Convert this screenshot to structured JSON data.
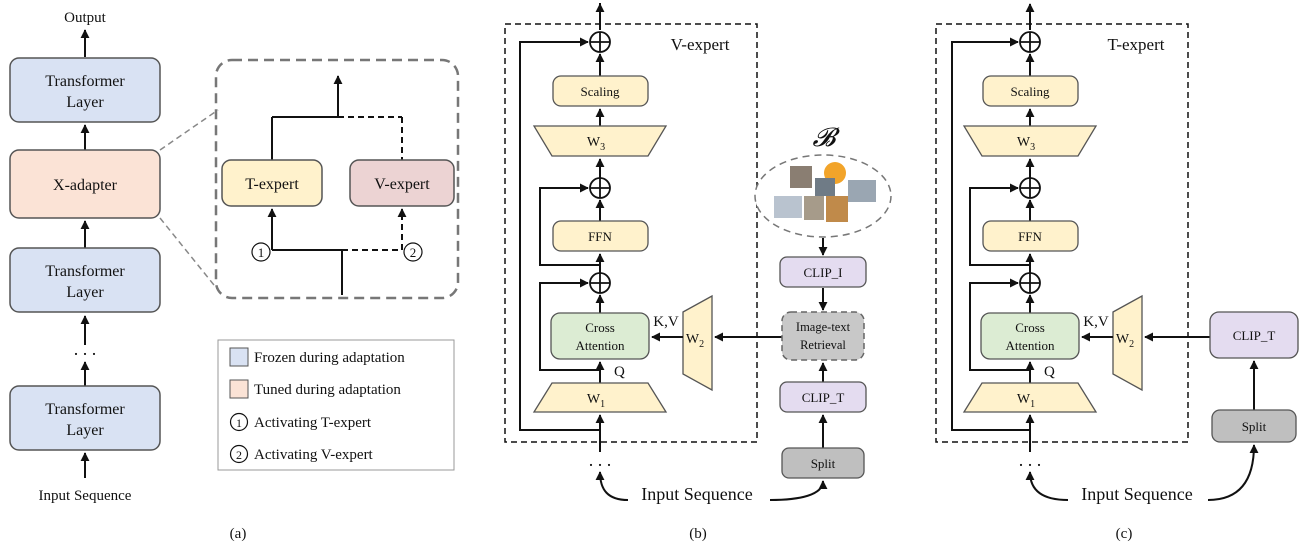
{
  "panel_a": {
    "output": "Output",
    "transformer_line1": "Transformer",
    "transformer_line2": "Layer",
    "x_adapter": "X-adapter",
    "dots": ". . .",
    "input_sequence": "Input Sequence",
    "t_expert": "T-expert",
    "v_expert": "V-expert",
    "circle_1": "1",
    "circle_2": "2",
    "caption": "(a)"
  },
  "legend": {
    "frozen": "Frozen during adaptation",
    "tuned": "Tuned during adaptation",
    "activating_t": "Activating T-expert",
    "activating_v": "Activating V-expert",
    "num_1": "1",
    "num_2": "2"
  },
  "panel_b": {
    "title": "V-expert",
    "scaling": "Scaling",
    "w3": "W",
    "w3_sub": "3",
    "ffn": "FFN",
    "cross_line1": "Cross",
    "cross_line2": "Attention",
    "w1": "W",
    "w1_sub": "1",
    "w2": "W",
    "w2_sub": "2",
    "kv": "K,V",
    "q": "Q",
    "b_symbol": "𝓑",
    "clip_i": "CLIP_I",
    "retrieval_line1": "Image-text",
    "retrieval_line2": "Retrieval",
    "clip_t": "CLIP_T",
    "split": "Split",
    "dots": ". . .",
    "input_sequence": "Input Sequence",
    "caption": "(b)"
  },
  "panel_c": {
    "title": "T-expert",
    "scaling": "Scaling",
    "w3": "W",
    "w3_sub": "3",
    "ffn": "FFN",
    "cross_line1": "Cross",
    "cross_line2": "Attention",
    "w1": "W",
    "w1_sub": "1",
    "w2": "W",
    "w2_sub": "2",
    "kv": "K,V",
    "q": "Q",
    "clip_t": "CLIP_T",
    "split": "Split",
    "dots": ". . .",
    "input_sequence": "Input Sequence",
    "caption": "(c)"
  },
  "colors": {
    "frozen_blue": "#d9e2f3",
    "tuned_peach": "#fbe3d6",
    "t_expert_yellow": "#fff2cc",
    "v_expert_pink": "#ecd3d3",
    "cross_green": "#dcecd3",
    "clip_purple": "#e4dcf0",
    "split_gray": "#bfbfbf",
    "retrieval_gray": "#c8c8c8"
  }
}
